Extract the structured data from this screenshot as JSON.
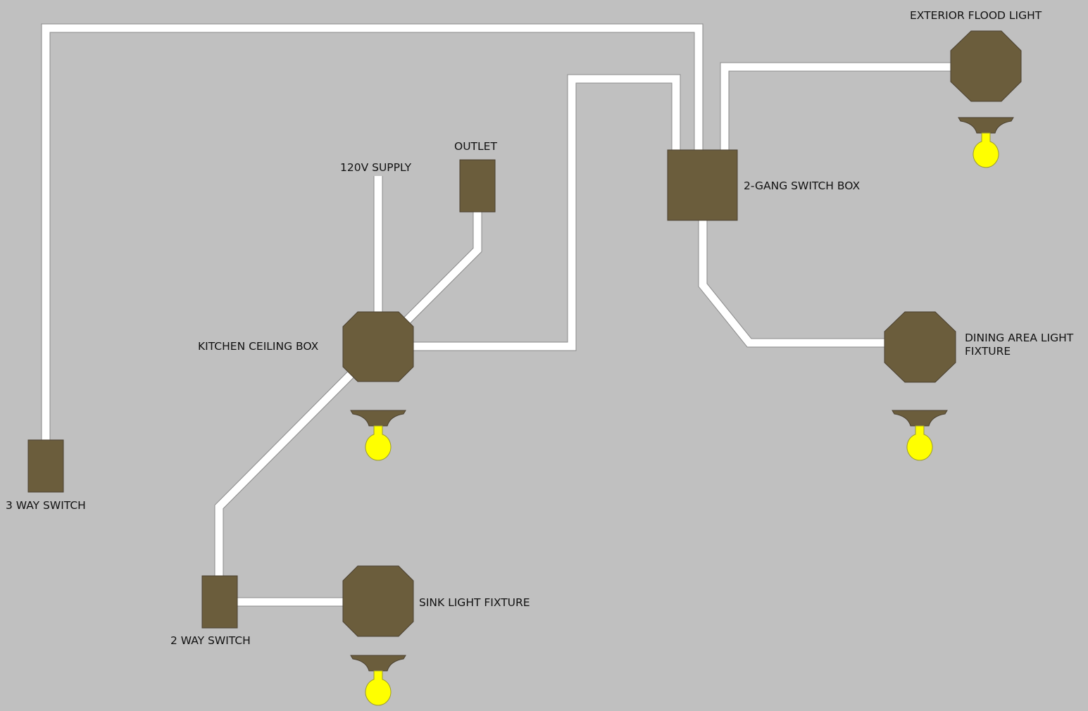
{
  "diagram": {
    "type": "electrical-wiring-diagram",
    "colors": {
      "background": "#c0c0c0",
      "wire": "#ffffff",
      "box": "#6b5d3c",
      "bulb": "#ffff00"
    },
    "components": [
      {
        "id": "3way",
        "kind": "switch",
        "label": "3 WAY SWITCH"
      },
      {
        "id": "2way",
        "kind": "switch",
        "label": "2 WAY SWITCH"
      },
      {
        "id": "outlet",
        "kind": "outlet",
        "label": "OUTLET"
      },
      {
        "id": "supply",
        "kind": "supply",
        "label": "120V SUPPLY"
      },
      {
        "id": "kitchen",
        "kind": "ceiling-box",
        "label": "KITCHEN CEILING BOX",
        "has_bulb": true
      },
      {
        "id": "sink",
        "kind": "light-fixture",
        "label": "SINK LIGHT FIXTURE",
        "has_bulb": true
      },
      {
        "id": "gang",
        "kind": "switch-box",
        "label": "2-GANG SWITCH BOX"
      },
      {
        "id": "flood",
        "kind": "light-fixture",
        "label": "EXTERIOR FLOOD LIGHT",
        "has_bulb": true
      },
      {
        "id": "dining",
        "kind": "light-fixture",
        "label_lines": [
          "DINING AREA LIGHT",
          "FIXTURE"
        ],
        "has_bulb": true
      }
    ],
    "connections": [
      {
        "from": "3way",
        "to": "gang"
      },
      {
        "from": "kitchen",
        "to": "gang"
      },
      {
        "from": "gang",
        "to": "flood"
      },
      {
        "from": "gang",
        "to": "dining"
      },
      {
        "from": "supply",
        "to": "kitchen"
      },
      {
        "from": "outlet",
        "to": "kitchen"
      },
      {
        "from": "kitchen",
        "to": "2way"
      },
      {
        "from": "2way",
        "to": "sink"
      }
    ]
  }
}
